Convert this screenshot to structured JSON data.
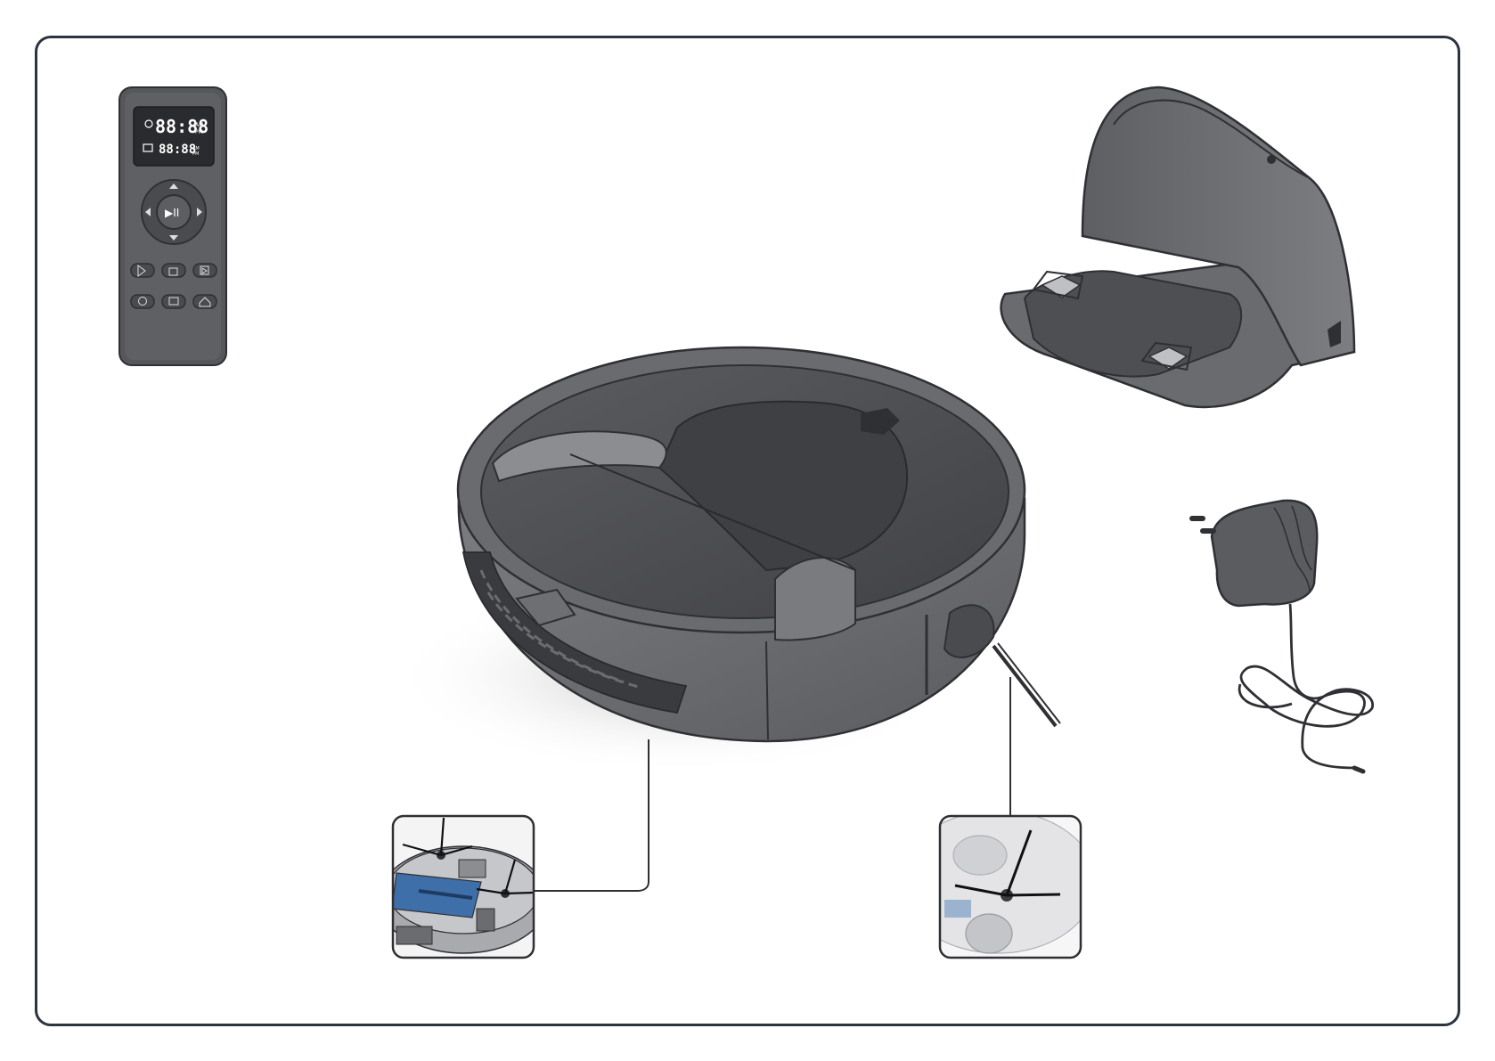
{
  "remote": {
    "lcd_time_top": "88:88",
    "lcd_time_bottom": "88:88",
    "am_label": "AM",
    "pm_label": "PM",
    "play_pause_symbol": "▶II"
  },
  "icons": {
    "remote": "remote-control-icon",
    "robot": "robot-vacuum-icon",
    "dock": "charging-dock-icon",
    "adapter": "power-adapter-icon",
    "brush_detail": "side-brush-detail-icon"
  },
  "colors": {
    "frame": "#2c3440",
    "body_dark": "#4a4b4e",
    "body_mid": "#6b6c70",
    "body_light": "#8c8d91",
    "highlight_blue": "#3f6fa8"
  }
}
